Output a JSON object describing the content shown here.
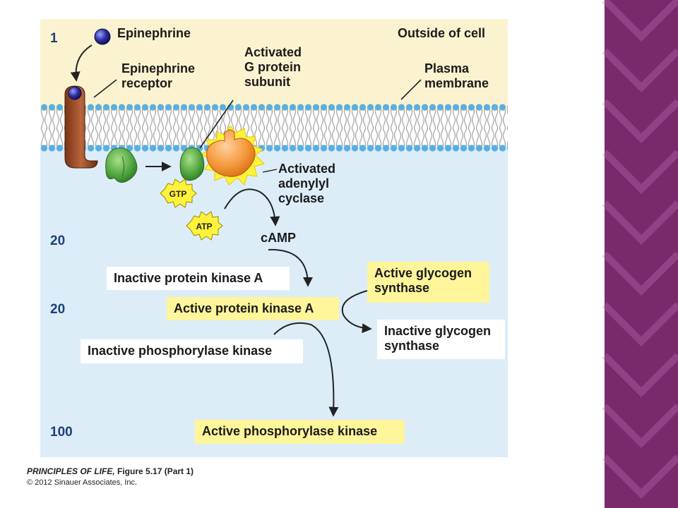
{
  "figure": {
    "step_numbers": [
      "1",
      "20",
      "20",
      "100"
    ],
    "labels": {
      "epinephrine": "Epinephrine",
      "outside_cell": "Outside of cell",
      "receptor_line1": "Epinephrine",
      "receptor_line2": "receptor",
      "g_protein_line1": "Activated",
      "g_protein_line2": "G protein",
      "g_protein_line3": "subunit",
      "membrane_line1": "Plasma",
      "membrane_line2": "membrane",
      "adenylyl_line1": "Activated",
      "adenylyl_line2": "adenylyl",
      "adenylyl_line3": "cyclase",
      "gtp": "GTP",
      "atp": "ATP",
      "camp": "cAMP"
    },
    "boxes": {
      "inactive_pka": "Inactive protein kinase A",
      "active_pka": "Active protein kinase A",
      "active_glycogen_line1": "Active glycogen",
      "active_glycogen_line2": "synthase",
      "inactive_glycogen_line1": "Inactive glycogen",
      "inactive_glycogen_line2": "synthase",
      "inactive_phos": "Inactive phosphorylase kinase",
      "active_phos": "Active phosphorylase kinase"
    },
    "colors": {
      "outside": "#fbf3cf",
      "inside": "#dcedf8",
      "highlight_box": "#fff59a",
      "side_bar": "#7a2a6a"
    }
  },
  "credit": {
    "title": "PRINCIPLES OF LIFE,",
    "figure": " Figure 5.17 (Part 1)",
    "copyright": "© 2012 Sinauer Associates, Inc."
  }
}
